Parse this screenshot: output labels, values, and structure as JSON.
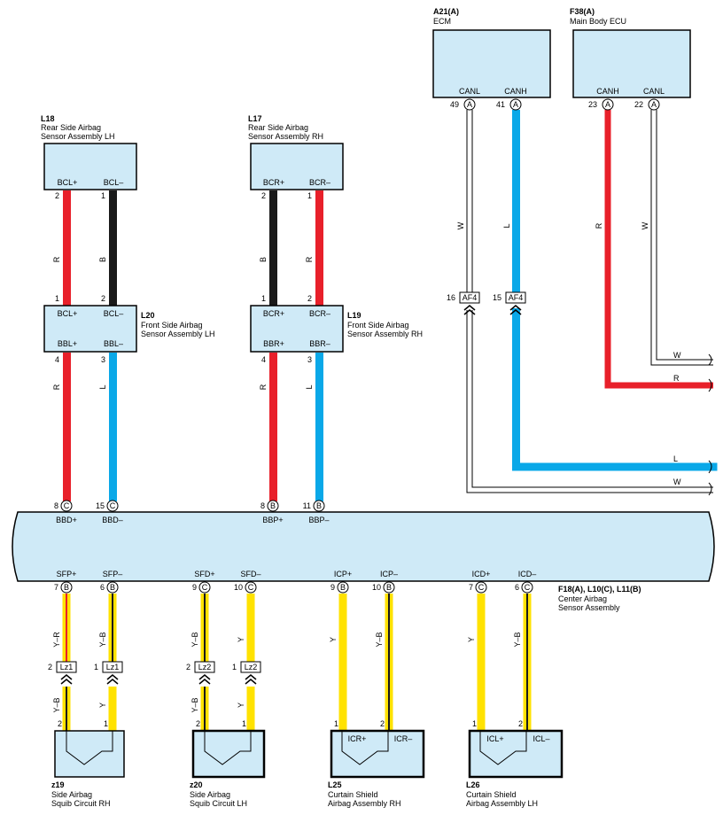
{
  "colors": {
    "red": "#e8202a",
    "blue": "#0aa8e8",
    "yellow": "#ffe200",
    "black": "#1a1a1a",
    "box": "#cfeaf7"
  },
  "ecm": {
    "code": "A21(A)",
    "name": "ECM",
    "pin_canl": "CANL",
    "pin_canh": "CANH",
    "n49": "49",
    "n41": "41",
    "conn": "A",
    "w_label": "W",
    "l_label": "L"
  },
  "main_body": {
    "code": "F38(A)",
    "name": "Main Body ECU",
    "pin_canh": "CANH",
    "pin_canl": "CANL",
    "n23": "23",
    "n22": "22",
    "conn": "A",
    "r_label": "R",
    "w_label": "W"
  },
  "af4": {
    "label": "AF4",
    "n16": "16",
    "n15": "15"
  },
  "right_wires": {
    "w1": "W",
    "r": "R",
    "l": "L",
    "w2": "W"
  },
  "l18": {
    "code": "L18",
    "name1": "Rear Side Airbag",
    "name2": "Sensor Assembly LH",
    "pin1": "BCL+",
    "pin2": "BCL–",
    "n1": "2",
    "n2": "1",
    "c1": "R",
    "c2": "B"
  },
  "l17": {
    "code": "L17",
    "name1": "Rear Side Airbag",
    "name2": "Sensor Assembly RH",
    "pin1": "BCR+",
    "pin2": "BCR–",
    "n1": "2",
    "n2": "1",
    "c1": "B",
    "c2": "R"
  },
  "l20": {
    "code": "L20",
    "name1": "Front Side Airbag",
    "name2": "Sensor Assembly LH",
    "t1": "BCL+",
    "t2": "BCL–",
    "b1": "BBL+",
    "b2": "BBL–",
    "tn1": "1",
    "tn2": "2",
    "bn1": "4",
    "bn2": "3",
    "c1": "R",
    "c2": "L"
  },
  "l19": {
    "code": "L19",
    "name1": "Front Side Airbag",
    "name2": "Sensor Assembly RH",
    "t1": "BCR+",
    "t2": "BCR–",
    "b1": "BBR+",
    "b2": "BBR–",
    "tn1": "1",
    "tn2": "2",
    "bn1": "4",
    "bn2": "3",
    "c1": "R",
    "c2": "L"
  },
  "center": {
    "code": "F18(A), L10(C), L11(B)",
    "name1": "Center Airbag",
    "name2": "Sensor Assembly",
    "top_pins": [
      {
        "num": "8",
        "conn": "C",
        "label": "BBD+"
      },
      {
        "num": "15",
        "conn": "C",
        "label": "BBD–"
      },
      {
        "num": "8",
        "conn": "B",
        "label": "BBP+"
      },
      {
        "num": "11",
        "conn": "B",
        "label": "BBP–"
      }
    ],
    "bottom_pins": [
      {
        "num": "7",
        "conn": "B",
        "label": "SFP+"
      },
      {
        "num": "6",
        "conn": "B",
        "label": "SFP–"
      },
      {
        "num": "9",
        "conn": "C",
        "label": "SFD+"
      },
      {
        "num": "10",
        "conn": "C",
        "label": "SFD–"
      },
      {
        "num": "9",
        "conn": "B",
        "label": "ICP+"
      },
      {
        "num": "10",
        "conn": "B",
        "label": "ICP–"
      },
      {
        "num": "7",
        "conn": "C",
        "label": "ICD+"
      },
      {
        "num": "6",
        "conn": "C",
        "label": "ICD–"
      }
    ]
  },
  "lz": {
    "lz1": "Lz1",
    "lz2": "Lz2",
    "n2": "2",
    "n1": "1"
  },
  "wire_colors_upper": [
    "Y–R",
    "Y–B",
    "Y–B",
    "Y",
    "Y",
    "Y–B",
    "Y",
    "Y–B"
  ],
  "wire_colors_lower": [
    "Y–B",
    "Y",
    "Y–B",
    "Y"
  ],
  "z19": {
    "code": "z19",
    "name1": "Side Airbag",
    "name2": "Squib Circuit RH",
    "n1": "2",
    "n2": "1"
  },
  "z20": {
    "code": "z20",
    "name1": "Side Airbag",
    "name2": "Squib Circuit LH",
    "n1": "2",
    "n2": "1"
  },
  "l25": {
    "code": "L25",
    "name1": "Curtain Shield",
    "name2": "Airbag Assembly RH",
    "p1": "ICR+",
    "p2": "ICR–",
    "n1": "1",
    "n2": "2"
  },
  "l26": {
    "code": "L26",
    "name1": "Curtain Shield",
    "name2": "Airbag Assembly LH",
    "p1": "ICL+",
    "p2": "ICL–",
    "n1": "1",
    "n2": "2"
  }
}
